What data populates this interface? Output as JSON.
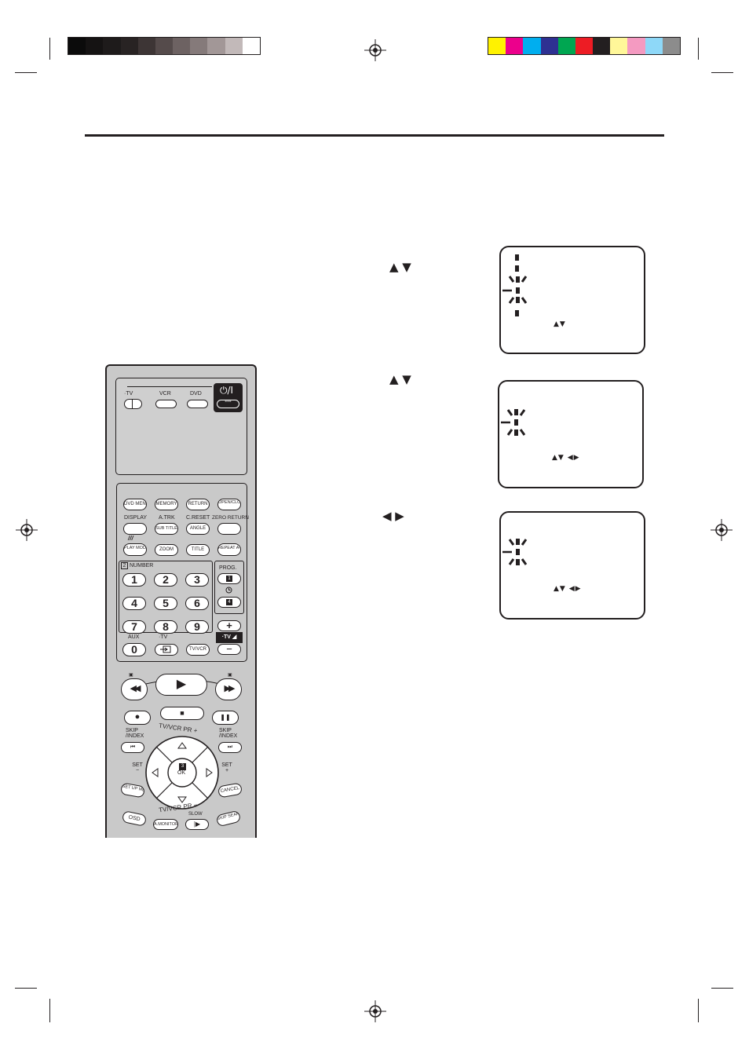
{
  "colors": {
    "grayscale_bar": [
      "#0b0b0b",
      "#151313",
      "#1e1b1b",
      "#282323",
      "#3d3535",
      "#554b4b",
      "#6d6262",
      "#857a7a",
      "#a29797",
      "#c2b9b9",
      "#ffffff"
    ],
    "color_bar": [
      "#fff200",
      "#ec008c",
      "#00aeef",
      "#2e3192",
      "#00a651",
      "#ed1c24",
      "#231f20",
      "#fff799",
      "#f49ac1",
      "#8ed8f8",
      "#8c8c8c"
    ],
    "ink": "#231f20",
    "remote_body": "#c9c9c9"
  },
  "remote": {
    "mode": {
      "tv": "TV",
      "vcr": "VCR",
      "dvd": "DVD",
      "power": "⏻/I",
      "power_sub": "°°°"
    },
    "row1": [
      "DVD MENU",
      "MEMORY",
      "RETURN",
      "OPEN/CLOSE"
    ],
    "row2_labels": [
      "DISPLAY",
      "A.TRK",
      "C.RESET",
      "ZERO RETURN"
    ],
    "row2_buttons": [
      "SUB TITLE",
      "ANGLE"
    ],
    "row3": [
      "PLAY MODE",
      "ZOOM",
      "TITLE",
      "REPEAT A-B"
    ],
    "number_section": "NUMBER",
    "number_badge": "2",
    "numbers": [
      "1",
      "2",
      "3",
      "4",
      "5",
      "6",
      "7",
      "8",
      "9",
      "0"
    ],
    "aux": "AUX",
    "prog": "PROG.",
    "prog_button_1": "1",
    "prog_button_2": "4",
    "tv_label": "TV",
    "tv_vcr": "TV/VCR",
    "vol_tv": "TV",
    "plus": "+",
    "minus": "−",
    "transport": {
      "play": "▶",
      "rew": "◀◀",
      "ff": "▶▶",
      "rec": "●",
      "stop": "■",
      "pause": "❚❚"
    },
    "skip_left": "SKIP /INDEX",
    "skip_right": "SKIP /INDEX",
    "tvvcr_pr_top": "TV/VCR PR +",
    "tvvcr_pr_bottom": "TV/VCR PR −",
    "set_minus": "SET −",
    "set_plus": "SET +",
    "setup_menu": "SET UP MENU",
    "cancel": "CANCEL",
    "ok_badge": "3",
    "ok": "OK",
    "osd_btn": "OSD",
    "a_monitor": "A.MONITOR",
    "slow": "SLOW",
    "skip_search": "SKIP SEARCH"
  },
  "instructions": {
    "step1_arrows": "▲   ▼",
    "step2_arrows": "▲   ▼",
    "step3_arrows": "◀ ▶"
  },
  "osd": {
    "box1_nav": "▲▼",
    "box2_nav": "▲▼  ◀▶",
    "box3_nav": "▲▼  ◀▶"
  }
}
